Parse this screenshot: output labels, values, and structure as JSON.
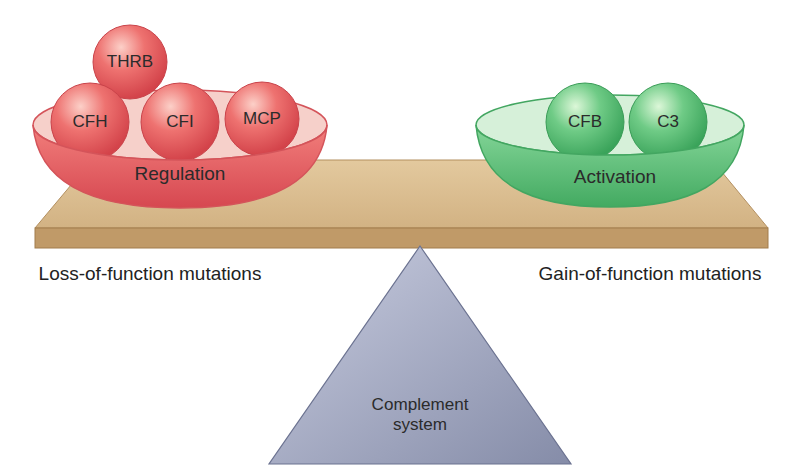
{
  "diagram": {
    "nodes": [
      {
        "text": [
          "Regulation"
        ]
      },
      {
        "text": [
          "THRB"
        ],
        "in": 0
      },
      {
        "text": [
          "CFH"
        ],
        "in": 0
      },
      {
        "text": [
          "CFI"
        ],
        "in": 0
      },
      {
        "text": [
          "MCP"
        ],
        "in": 0
      },
      {
        "text": [
          "Activation"
        ]
      },
      {
        "text": [
          "CFB"
        ],
        "in": 5
      },
      {
        "text": [
          "C3"
        ],
        "in": 5
      },
      {
        "text": [
          "Complement system"
        ]
      }
    ],
    "labels": [
      "Loss-of-function mutations",
      "Gain-of-function mutations"
    ]
  }
}
